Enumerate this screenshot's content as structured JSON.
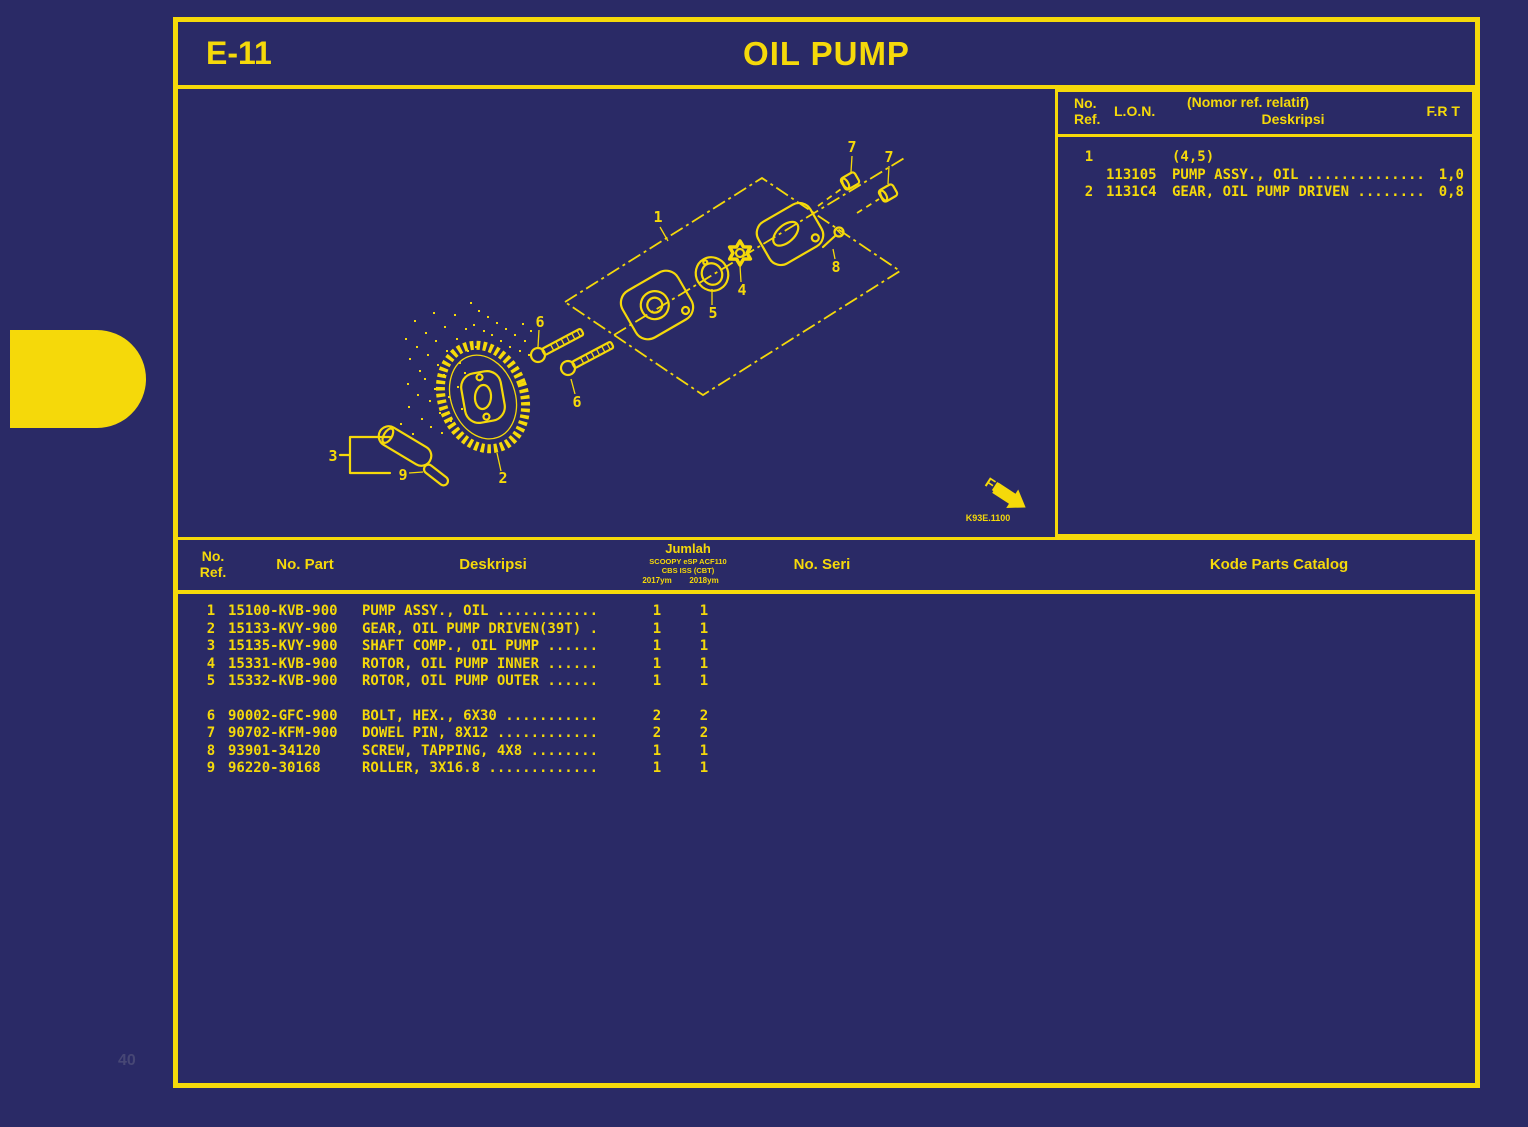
{
  "page": {
    "number": "40"
  },
  "header": {
    "section_code": "E-11",
    "title": "OIL PUMP"
  },
  "ref_table": {
    "col_no_ref_1": "No.",
    "col_no_ref_2": "Ref.",
    "col_lon": "L.O.N.",
    "col_desc_1": "(Nomor ref. relatif)",
    "col_desc_2": "Deskripsi",
    "col_frt": "F.R T",
    "rows": [
      {
        "ref": "1",
        "lon": "",
        "desc": "(4,5)",
        "frt": ""
      },
      {
        "ref": "",
        "lon": "113105",
        "desc": "PUMP ASSY., OIL .................",
        "frt": "1,0"
      },
      {
        "ref": "2",
        "lon": "1131C4",
        "desc": "GEAR, OIL PUMP DRIVEN ...........",
        "frt": "0,8"
      }
    ]
  },
  "parts_table": {
    "col_no_ref_1": "No.",
    "col_no_ref_2": "Ref.",
    "col_no_part": "No. Part",
    "col_desc": "Deskripsi",
    "col_jumlah": "Jumlah",
    "jumlah_model_1": "SCOOPY eSP ACF110",
    "jumlah_model_2": "CBS ISS (CBT)",
    "jumlah_year_1": "2017ym",
    "jumlah_year_2": "2018ym",
    "col_no_seri": "No. Seri",
    "col_kode": "Kode Parts Catalog",
    "rows": [
      {
        "ref": "1",
        "part": "15100-KVB-900",
        "desc": "PUMP ASSY., OIL ............",
        "q1": "1",
        "q2": "1"
      },
      {
        "ref": "2",
        "part": "15133-KVY-900",
        "desc": "GEAR, OIL PUMP DRIVEN(39T) .",
        "q1": "1",
        "q2": "1"
      },
      {
        "ref": "3",
        "part": "15135-KVY-900",
        "desc": "SHAFT COMP., OIL PUMP ......",
        "q1": "1",
        "q2": "1"
      },
      {
        "ref": "4",
        "part": "15331-KVB-900",
        "desc": "ROTOR, OIL PUMP INNER ......",
        "q1": "1",
        "q2": "1"
      },
      {
        "ref": "5",
        "part": "15332-KVB-900",
        "desc": "ROTOR, OIL PUMP OUTER ......",
        "q1": "1",
        "q2": "1"
      },
      {
        "ref": "6",
        "part": "90002-GFC-900",
        "desc": "BOLT, HEX., 6X30 ...........",
        "q1": "2",
        "q2": "2"
      },
      {
        "ref": "7",
        "part": "90702-KFM-900",
        "desc": "DOWEL PIN, 8X12 ............",
        "q1": "2",
        "q2": "2"
      },
      {
        "ref": "8",
        "part": "93901-34120",
        "desc": "SCREW, TAPPING, 4X8 ........",
        "q1": "1",
        "q2": "1"
      },
      {
        "ref": "9",
        "part": "96220-30168",
        "desc": "ROLLER, 3X16.8 .............",
        "q1": "1",
        "q2": "1"
      }
    ]
  },
  "diagram": {
    "fr_label": "FR.",
    "code": "K93E.1100",
    "callouts": {
      "n1": "1",
      "n2": "2",
      "n3": "3",
      "n4": "4",
      "n5": "5",
      "n6": "6",
      "n7": "7",
      "n8": "8",
      "n9": "9"
    }
  },
  "colors": {
    "background": "#2a2a66",
    "line_yellow": "#f5d90a",
    "page_number": "#474775"
  }
}
